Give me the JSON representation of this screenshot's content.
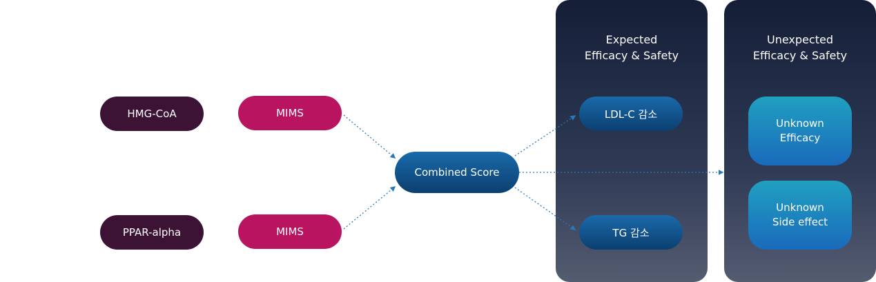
{
  "targets": [
    "HMG-CoA",
    "PPAR-alpha"
  ],
  "methods": [
    "MIMS",
    "MIMS"
  ],
  "combined": "Combined Score",
  "expected": {
    "title": "Expected\nEfficacy & Safety",
    "items": [
      "LDL-C 감소",
      "TG 감소"
    ]
  },
  "unexpected": {
    "title": "Unexpected\nEfficacy & Safety",
    "items": [
      "Unknown\nEfficacy",
      "Unknown\nSide effect"
    ]
  },
  "colors": {
    "target": "#3c1334",
    "method": "#b9145f",
    "combined": "#135a94",
    "unknown": "#1e8fc4",
    "arrow": "#2a78b8"
  }
}
